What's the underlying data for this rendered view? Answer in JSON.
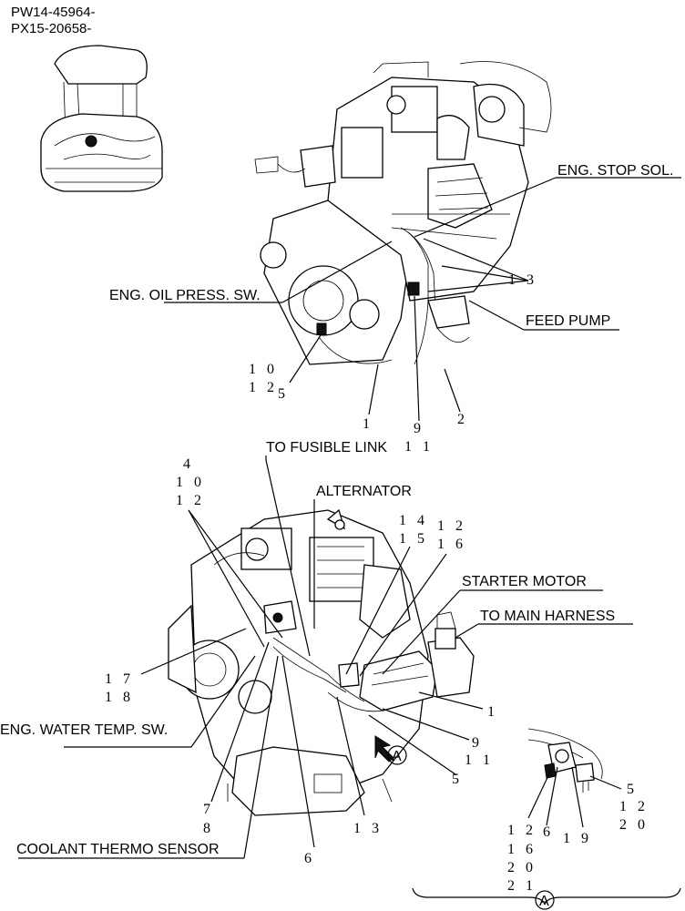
{
  "header": {
    "line1": "PW14-45964-",
    "line2": "PX15-20658-"
  },
  "labels": {
    "eng_stop_sol": "ENG. STOP SOL.",
    "eng_oil_press_sw": "ENG. OIL PRESS. SW.",
    "feed_pump": "FEED PUMP",
    "to_fusible_link": "TO FUSIBLE LINK",
    "alternator": "ALTERNATOR",
    "starter_motor": "STARTER MOTOR",
    "to_main_harness": "TO MAIN HARNESS",
    "eng_water_temp_sw": "ENG. WATER TEMP. SW.",
    "coolant_thermo_sensor": "COOLANT THERMO SENSOR"
  },
  "callouts": {
    "top": {
      "n13": "1 3",
      "n10": "1 0",
      "n12": "1 2",
      "n5": "5",
      "n1": "1",
      "n9": "9",
      "n2": "2",
      "n11": "1 1"
    },
    "bottom": {
      "n4": "4",
      "n10": "1 0",
      "n12": "1 2",
      "n14": "1 4",
      "n15": "1 5",
      "n12b": "1 2",
      "n16": "1 6",
      "n17": "1 7",
      "n18": "1 8",
      "n1": "1",
      "n9": "9",
      "n11": "1 1",
      "n5": "5",
      "n7": "7",
      "n8": "8",
      "n13": "1 3",
      "n6": "6"
    },
    "detail": {
      "n5": "5",
      "n12a": "1 2",
      "n20a": "2 0",
      "n12": "1 2",
      "n16": "1 6",
      "n20": "2 0",
      "n21": "2 1",
      "n6": "6",
      "n19": "1 9"
    }
  },
  "view_marker": "A",
  "detail_marker": "A"
}
